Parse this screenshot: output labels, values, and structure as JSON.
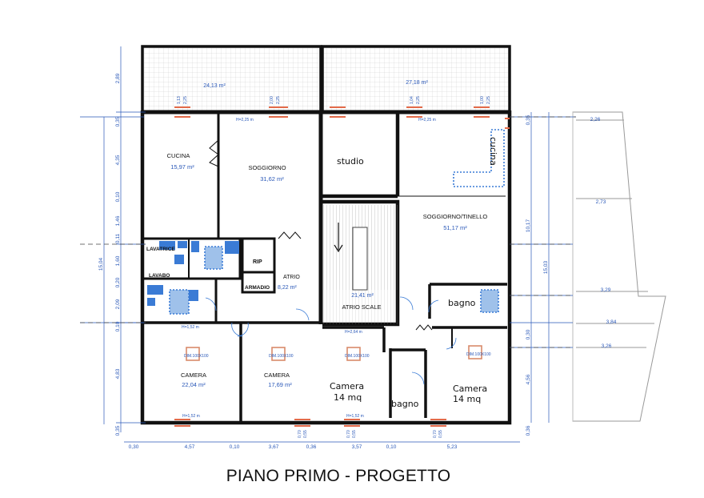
{
  "caption": "PIANO PRIMO - PROGETTO",
  "rooms": {
    "terrace_left_area": "24,13 m²",
    "terrace_right_area": "27,18 m²",
    "cucina": "CUCINA",
    "cucina_area": "15,97 m²",
    "soggiorno": "SOGGIORNO",
    "soggiorno_area": "31,62 m²",
    "lavatrice": "LAVATRICE",
    "lavabo": "LAVABO",
    "rip": "RIP",
    "armadio": "ARMADIO",
    "atrio": "ATRIO",
    "atrio_area": "8,22 m²",
    "atrio_scale_area": "21,41 m²",
    "atrio_scale": "ATRIO  SCALE",
    "studio": "studio",
    "cucina_right": "cucina",
    "soggiorno_tinello": "SOGGIORNO/TINELLO",
    "soggiorno_tinello_area": "51,17 m²",
    "bagno_top": "bagno",
    "camera1": "CAMERA",
    "camera1_area": "22,04 m²",
    "camera2": "CAMERA",
    "camera2_area": "17,69 m²",
    "camera3": "Camera",
    "camera3_mq": "14 mq",
    "bagno_bottom": "bagno",
    "camera4": "Camera",
    "camera4_mq": "14 mq"
  },
  "dimensions": {
    "left": [
      "2,89",
      "0,35",
      "4,35",
      "0,10",
      "1,46",
      "0,11",
      "1,60",
      "0,20",
      "2,09",
      "0,10",
      "4,83",
      "0,35"
    ],
    "left_total": "15,04",
    "right": [
      "0,35",
      "10,17",
      "0,30",
      "4,56",
      "0,36"
    ],
    "right_total": "15,03",
    "bottom": [
      "0,30",
      "4,57",
      "0,10",
      "3,67",
      "0,36",
      "3,57",
      "0,10",
      "5,23"
    ],
    "balcony": [
      "2,26",
      "2,73",
      "3,29",
      "3,84",
      "3,26"
    ]
  },
  "openings": {
    "w1": "1,13",
    "w1b": "2,25",
    "w2": "2,00",
    "w2b": "2,25",
    "w3": "1,04",
    "w3b": "2,25",
    "w4": "1,00",
    "w4b": "2,25",
    "h_cucina": "H=2,25 m",
    "h_studio": "H=2,25 m",
    "h_bath": "H=1,52 m",
    "h_cam3": "H=2,64 m",
    "h_cam1": "H=1,52 m",
    "h_cam3b": "H=1,52 m",
    "b1": "0,70",
    "b1b": "0,55",
    "b2": "0,70",
    "b2b": "0,55",
    "b3": "0,70",
    "b3b": "0,55",
    "ceiling_tag": "DIM.100X100"
  }
}
